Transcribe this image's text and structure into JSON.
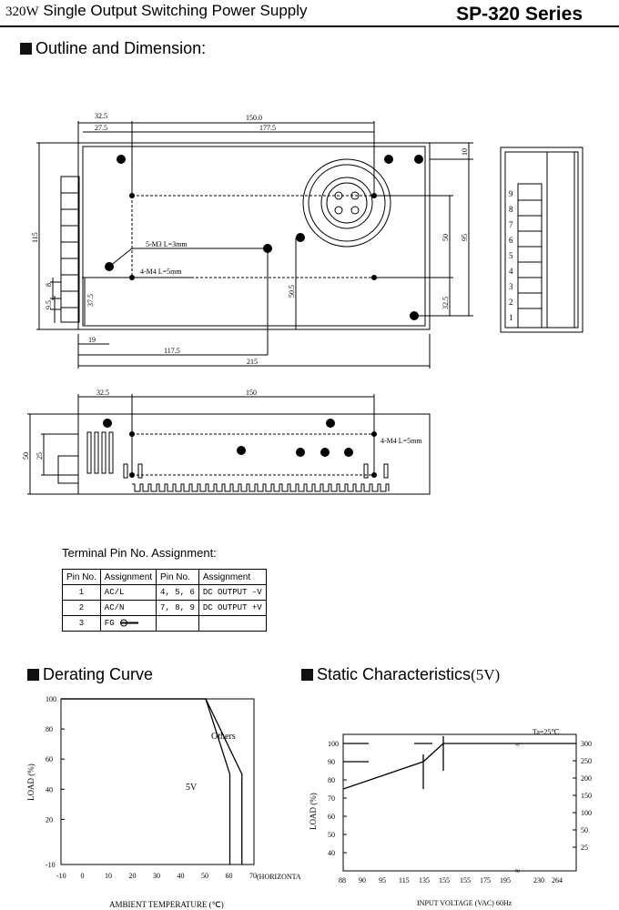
{
  "header": {
    "wattage": "320W",
    "title": "Single Output Switching Power Supply",
    "series": "SP-320 Series"
  },
  "outline": {
    "heading": "Outline and Dimension:",
    "top_view": {
      "dims": {
        "d32_5": "32.5",
        "d27_5": "27.5",
        "d150": "150.0",
        "d177_5": "177.5",
        "d10": "10",
        "d115": "115",
        "d50": "50",
        "d95": "95",
        "d8": "8",
        "d9_5": "9.5",
        "d37_5": "37.5",
        "d50_5": "50.5",
        "d32_5b": "32.5",
        "d19": "19",
        "d117_5": "117.5",
        "d215": "215"
      },
      "screw_m3": "5-M3 L=3mm",
      "screw_m4": "4-M4 L=5mm"
    },
    "terminal_numbers": [
      "9",
      "8",
      "7",
      "6",
      "5",
      "4",
      "3",
      "2",
      "1"
    ],
    "side_view": {
      "dims": {
        "d32_5": "32.5",
        "d150": "150",
        "d50": "50",
        "d25": "25"
      },
      "screw_m4": "4-M4 L=5mm"
    }
  },
  "terminal_assignment": {
    "title": "Terminal Pin No. Assignment:",
    "headers": [
      "Pin No.",
      "Assignment",
      "Pin No.",
      "Assignment"
    ],
    "rows": [
      [
        "1",
        "AC/L",
        "4, 5, 6",
        "DC OUTPUT -V"
      ],
      [
        "2",
        "AC/N",
        "7, 8, 9",
        "DC OUTPUT +V"
      ],
      [
        "3",
        "FG",
        "",
        ""
      ]
    ]
  },
  "derating": {
    "heading": "Derating Curve",
    "chart_data": {
      "type": "line",
      "xlabel": "AMBIENT TEMPERATURE (℃)",
      "ylabel": "LOAD (%)",
      "x_suffix": "(HORIZONTAL)",
      "xlim": [
        -10,
        70
      ],
      "ylim": [
        -10,
        100
      ],
      "xticks": [
        "-10",
        "0",
        "10",
        "20",
        "30",
        "40",
        "50",
        "60",
        "70"
      ],
      "yticks": [
        "-10",
        "20",
        "40",
        "60",
        "80",
        "100"
      ],
      "series": [
        {
          "name": "Others",
          "points": [
            [
              -10,
              100
            ],
            [
              50,
              100
            ],
            [
              65,
              50
            ],
            [
              65,
              -10
            ]
          ]
        },
        {
          "name": "5V",
          "points": [
            [
              -10,
              100
            ],
            [
              50,
              100
            ],
            [
              60,
              50
            ],
            [
              60,
              -10
            ]
          ]
        }
      ]
    }
  },
  "static": {
    "heading": "Static Characteristics",
    "heading_suffix": "(5V)",
    "chart_data": {
      "type": "line",
      "note": "Ta=25℃",
      "xlabel": "INPUT VOLTAGE (VAC) 60Hz",
      "ylabel": "LOAD (%)",
      "xticks": [
        "88",
        "90",
        "95",
        "115",
        "135",
        "155",
        "155",
        "175",
        "195",
        "230",
        "264"
      ],
      "yticks": [
        "40",
        "50",
        "60",
        "70",
        "80",
        "90",
        "100"
      ],
      "yticks_right": [
        "25",
        "50",
        "100",
        "150",
        "200",
        "250",
        "300"
      ],
      "series": [
        {
          "points": [
            [
              88,
              75
            ],
            [
              135,
              90
            ],
            [
              155,
              100
            ],
            [
              264,
              100
            ]
          ]
        }
      ]
    }
  }
}
